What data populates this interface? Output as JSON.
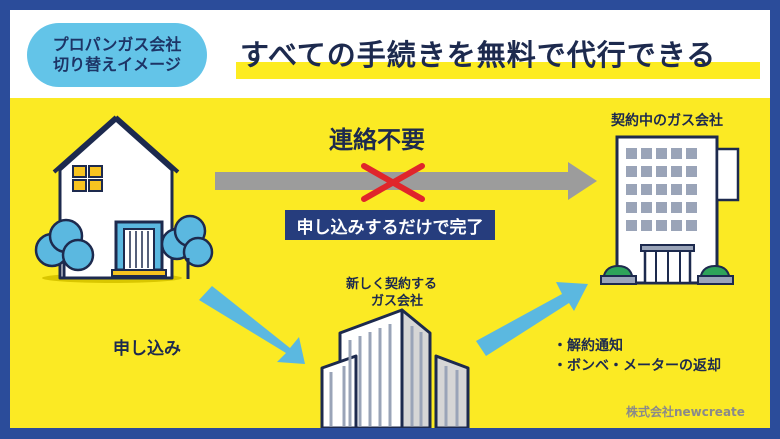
{
  "header": {
    "badge_line1": "プロパンガス会社",
    "badge_line2": "切り替えイメージ",
    "title": "すべての手続きを無料で代行できる"
  },
  "diagram": {
    "top_label": "連絡不要",
    "top_sub_label": "申し込みするだけで完了",
    "current_company": "契約中のガス会社",
    "new_company_line1": "新しく契約する",
    "new_company_line2": "ガス会社",
    "apply_label": "申し込み",
    "bullet1": "・解約通知",
    "bullet2": "・ボンベ・メーターの返却",
    "credit": "株式会社newcreate"
  },
  "colors": {
    "background_yellow": "#fbea24",
    "frame_navy": "#2b4c9a",
    "accent_blue": "#5bb8e0",
    "cross_red": "#e0252b",
    "arrow_gray": "#9c9c9c"
  }
}
